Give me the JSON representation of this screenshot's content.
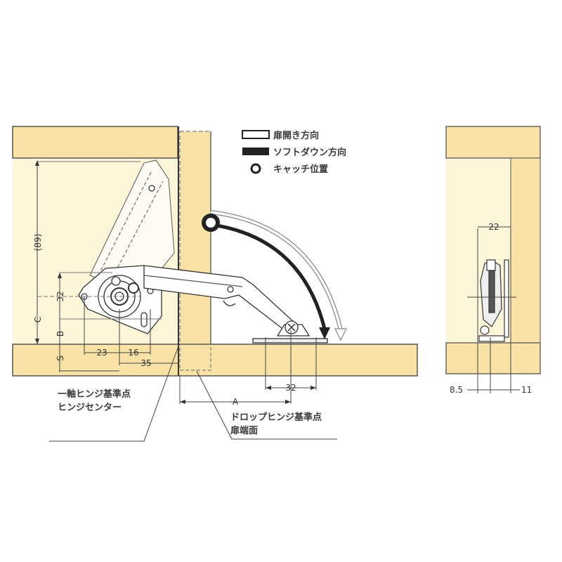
{
  "legend": {
    "items": [
      {
        "icon": "open-box-icon",
        "label": "扉開き方向"
      },
      {
        "icon": "filled-box-icon",
        "label": "ソフトダウン方向"
      },
      {
        "icon": "ring-icon",
        "label": "キャッチ位置"
      }
    ]
  },
  "dimensions": {
    "height_ref": "(89)",
    "d32_vertical": "32",
    "c": "C",
    "b": "B",
    "s": "S",
    "d23": "23",
    "d16": "16",
    "d35": "35",
    "d32_bottom": "32",
    "a": "A",
    "d22": "22",
    "d8_5": "8.5",
    "d11": "11"
  },
  "callouts": {
    "single_axis_line1": "一軸ヒンジ基準点",
    "single_axis_line2": "ヒンジセンター",
    "drop_line1": "ドロップヒンジ基準点",
    "drop_line2": "扉端面"
  },
  "colors": {
    "panel": "#f8e2a4",
    "panel_light": "#fdf6d8",
    "line": "#333333",
    "arrow_dark": "#222222"
  }
}
